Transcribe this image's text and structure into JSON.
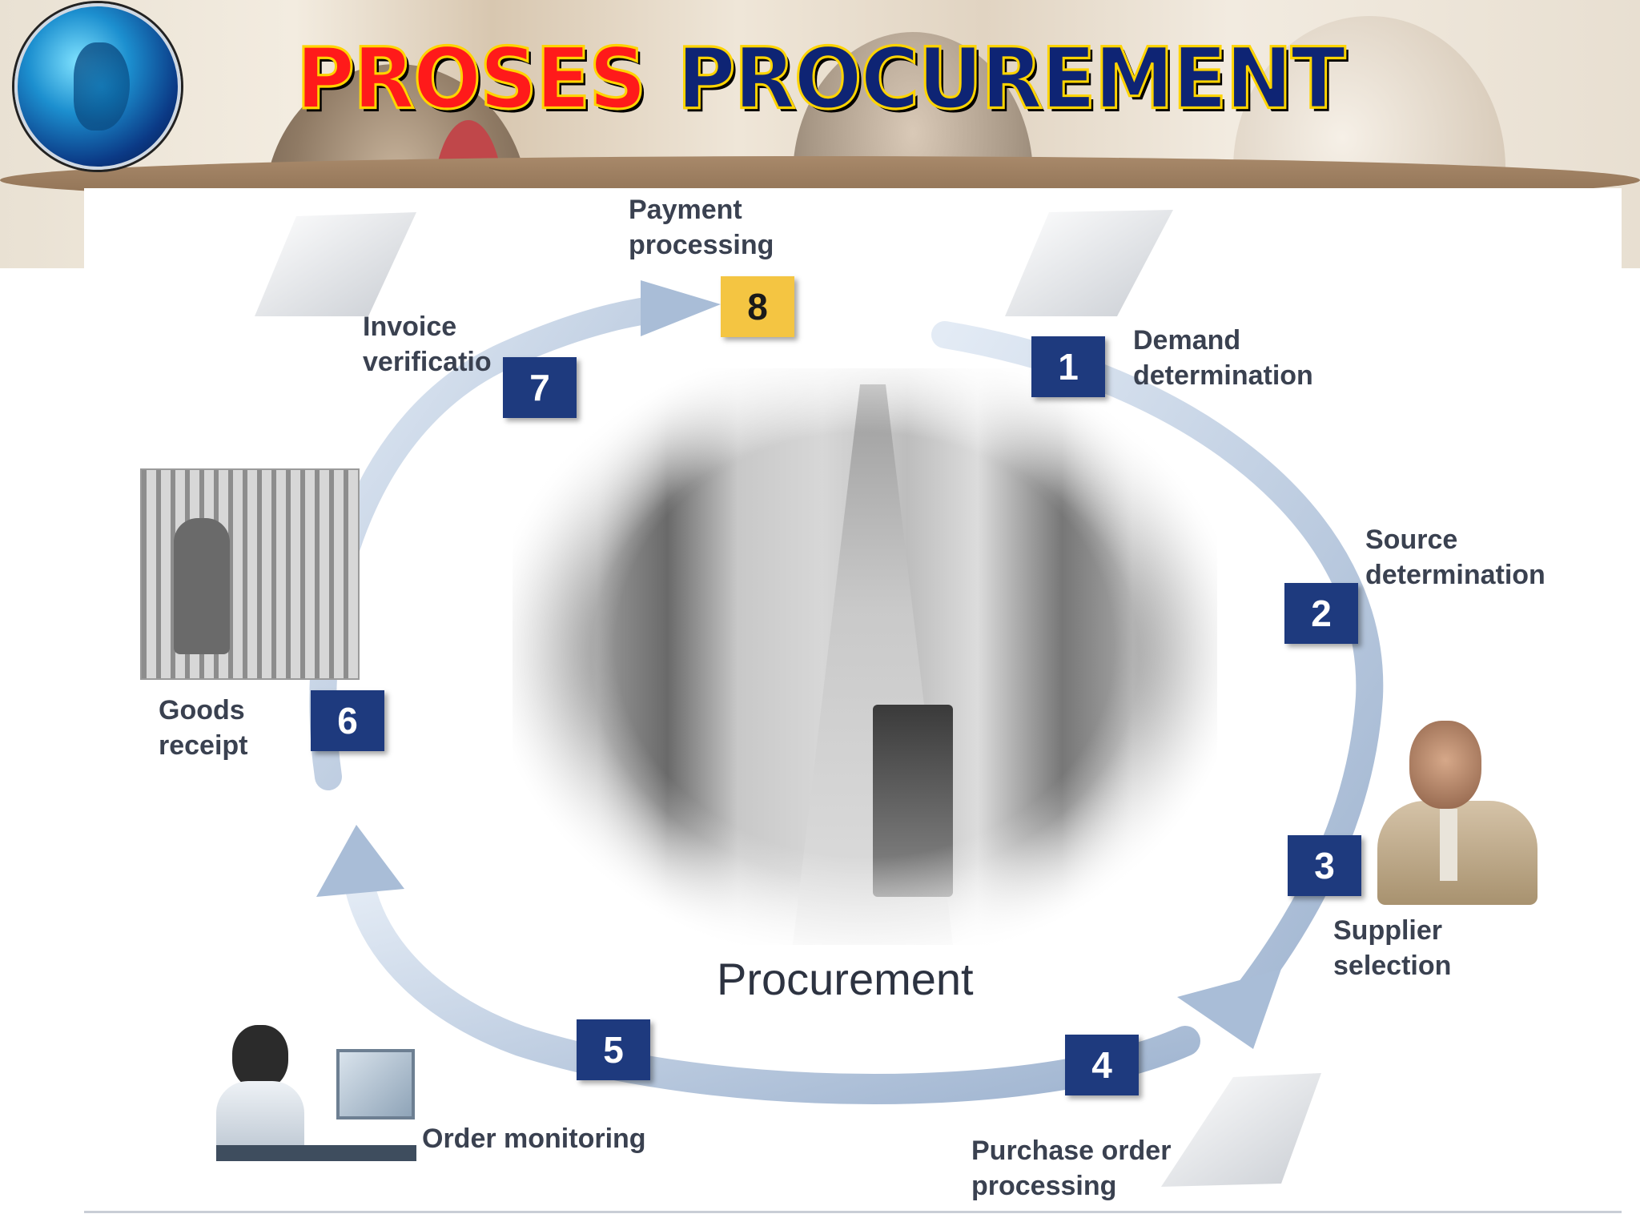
{
  "header": {
    "title_word1": "PROSES",
    "title_word2": "PROCUREMENT",
    "logo_icon": "globe-icon"
  },
  "diagram": {
    "center_label": "Procurement",
    "steps": [
      {
        "number": "1",
        "label_line1": "Demand",
        "label_line2": "determination"
      },
      {
        "number": "2",
        "label_line1": "Source",
        "label_line2": "determination"
      },
      {
        "number": "3",
        "label_line1": "Supplier",
        "label_line2": "selection"
      },
      {
        "number": "4",
        "label_line1": "Purchase order",
        "label_line2": "processing"
      },
      {
        "number": "5",
        "label_line1": "Order monitoring",
        "label_line2": ""
      },
      {
        "number": "6",
        "label_line1": "Goods",
        "label_line2": "receipt"
      },
      {
        "number": "7",
        "label_line1": "Invoice",
        "label_line2": "verificatio"
      },
      {
        "number": "8",
        "label_line1": "Payment",
        "label_line2": "processing"
      }
    ],
    "colors": {
      "step_box": "#1e3a7e",
      "highlight_box": "#f4c542",
      "cycle_arrow": "#b4c5dc",
      "title_red": "#ff1a1a",
      "title_navy": "#0e2474"
    }
  }
}
